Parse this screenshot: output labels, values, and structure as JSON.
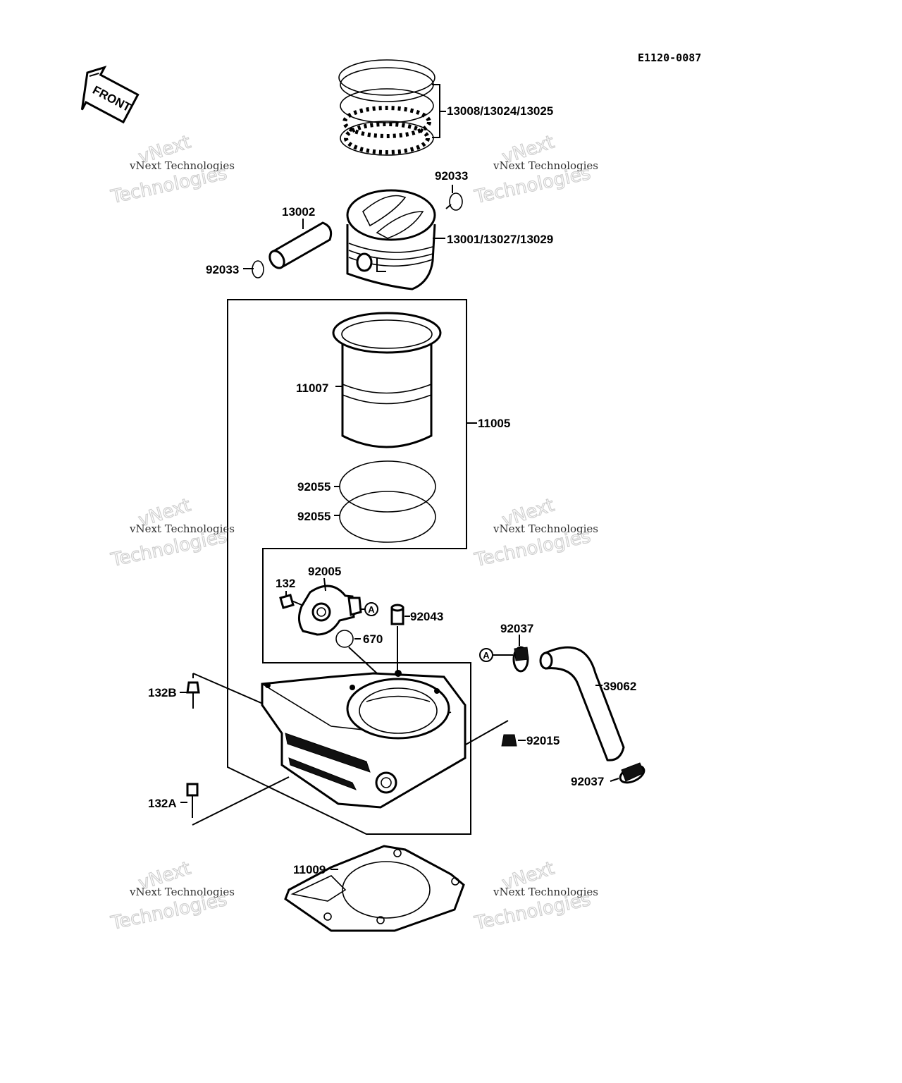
{
  "diagram": {
    "reference": "E1120-0087",
    "direction_label": "FRONT",
    "labels": {
      "rings": "13008/13024/13025",
      "clip_upper": "92033",
      "piston_pin": "13002",
      "piston": "13001/13027/13029",
      "clip_lower": "92033",
      "sleeve": "11007",
      "cylinder": "11005",
      "oring_upper": "92055",
      "oring_lower": "92055",
      "fitting": "92005",
      "bolt_small": "132",
      "callout_a1": "A",
      "dowel": "92043",
      "oring_small": "670",
      "clamp_upper": "92037",
      "callout_a2": "A",
      "hose": "39062",
      "bolt_b": "132B",
      "nut": "92015",
      "clamp_lower": "92037",
      "bolt_a": "132A",
      "gasket": "11009"
    },
    "watermark": {
      "line1": "vNext Technologies",
      "line2": "vNext",
      "line3": "Technologies"
    }
  }
}
